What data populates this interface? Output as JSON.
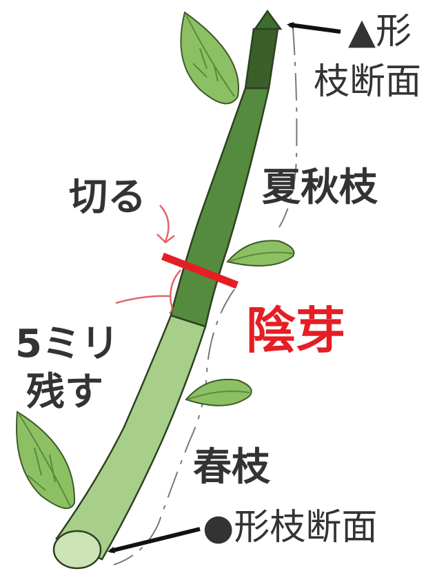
{
  "labels": {
    "top_section": "▲形\n枝断面",
    "summer_autumn": "夏秋枝",
    "cut": "切る",
    "dormant_bud": "陰芽",
    "leave_5mm": "5ミリ\n残す",
    "spring": "春枝",
    "bottom_section": "●形枝断面"
  },
  "colors": {
    "summer_branch": "#558b3e",
    "summer_tip": "#3b5f28",
    "spring_branch": "#a8cf8a",
    "spring_end": "#cbe3b5",
    "leaf": "#8cc063",
    "leaf_vein": "#5b8a3d",
    "cut_mark": "#e51e25",
    "red_text": "#e51e25",
    "guide_lines": "#e06666",
    "text": "#333333"
  }
}
